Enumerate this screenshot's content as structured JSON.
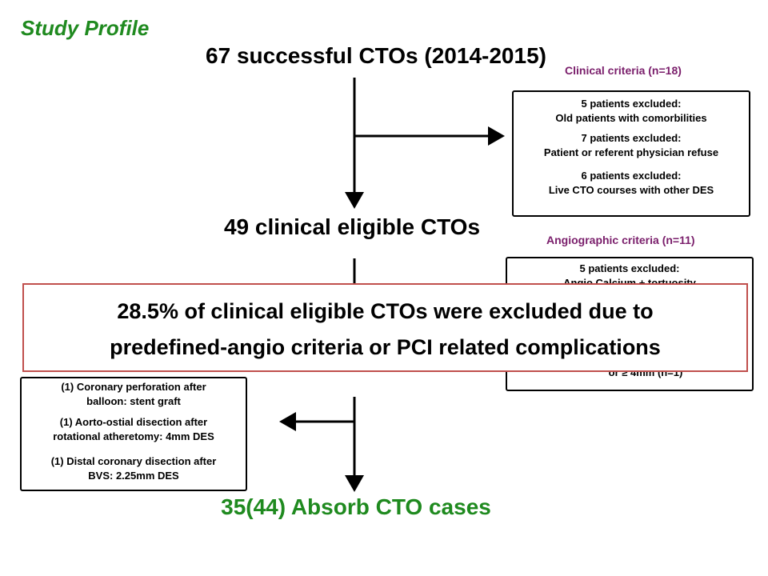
{
  "title": "Study Profile",
  "stages": {
    "top": "67 successful CTOs (2014-2015)",
    "middle": "49 clinical eligible CTOs",
    "bottom": "35(44) Absorb CTO cases"
  },
  "clinical": {
    "label": "Clinical criteria (n=18)",
    "entries": [
      {
        "line1": "5 patients excluded:",
        "line2": "Old patients with comorbilities"
      },
      {
        "line1": "7 patients excluded:",
        "line2": "Patient or referent physician refuse"
      },
      {
        "line1": "6 patients excluded:",
        "line2": "Live CTO courses with  other DES"
      }
    ]
  },
  "angiographic": {
    "label": "Angiographic criteria (n=11)",
    "entries": [
      {
        "line1": "5 patients excluded:",
        "line2": "Angio Calcium + tortuosity"
      }
    ],
    "fragment": "or ≥ 4mm (n=1)"
  },
  "complications": {
    "entries": [
      {
        "line1": "(1) Coronary perforation after",
        "line2": "balloon: stent graft"
      },
      {
        "line1": "(1) Aorto-ostial disection after",
        "line2": "rotational atheretomy: 4mm DES"
      },
      {
        "line1": "(1) Distal coronary disection after",
        "line2": "BVS: 2.25mm DES"
      }
    ]
  },
  "banner": {
    "line1": "28.5% of  clinical eligible CTOs were excluded due to",
    "line2": "predefined-angio criteria or PCI related complications"
  },
  "colors": {
    "title": "#1f8a1f",
    "criteria_label": "#7a1e6b",
    "banner_border": "#c0504d"
  }
}
